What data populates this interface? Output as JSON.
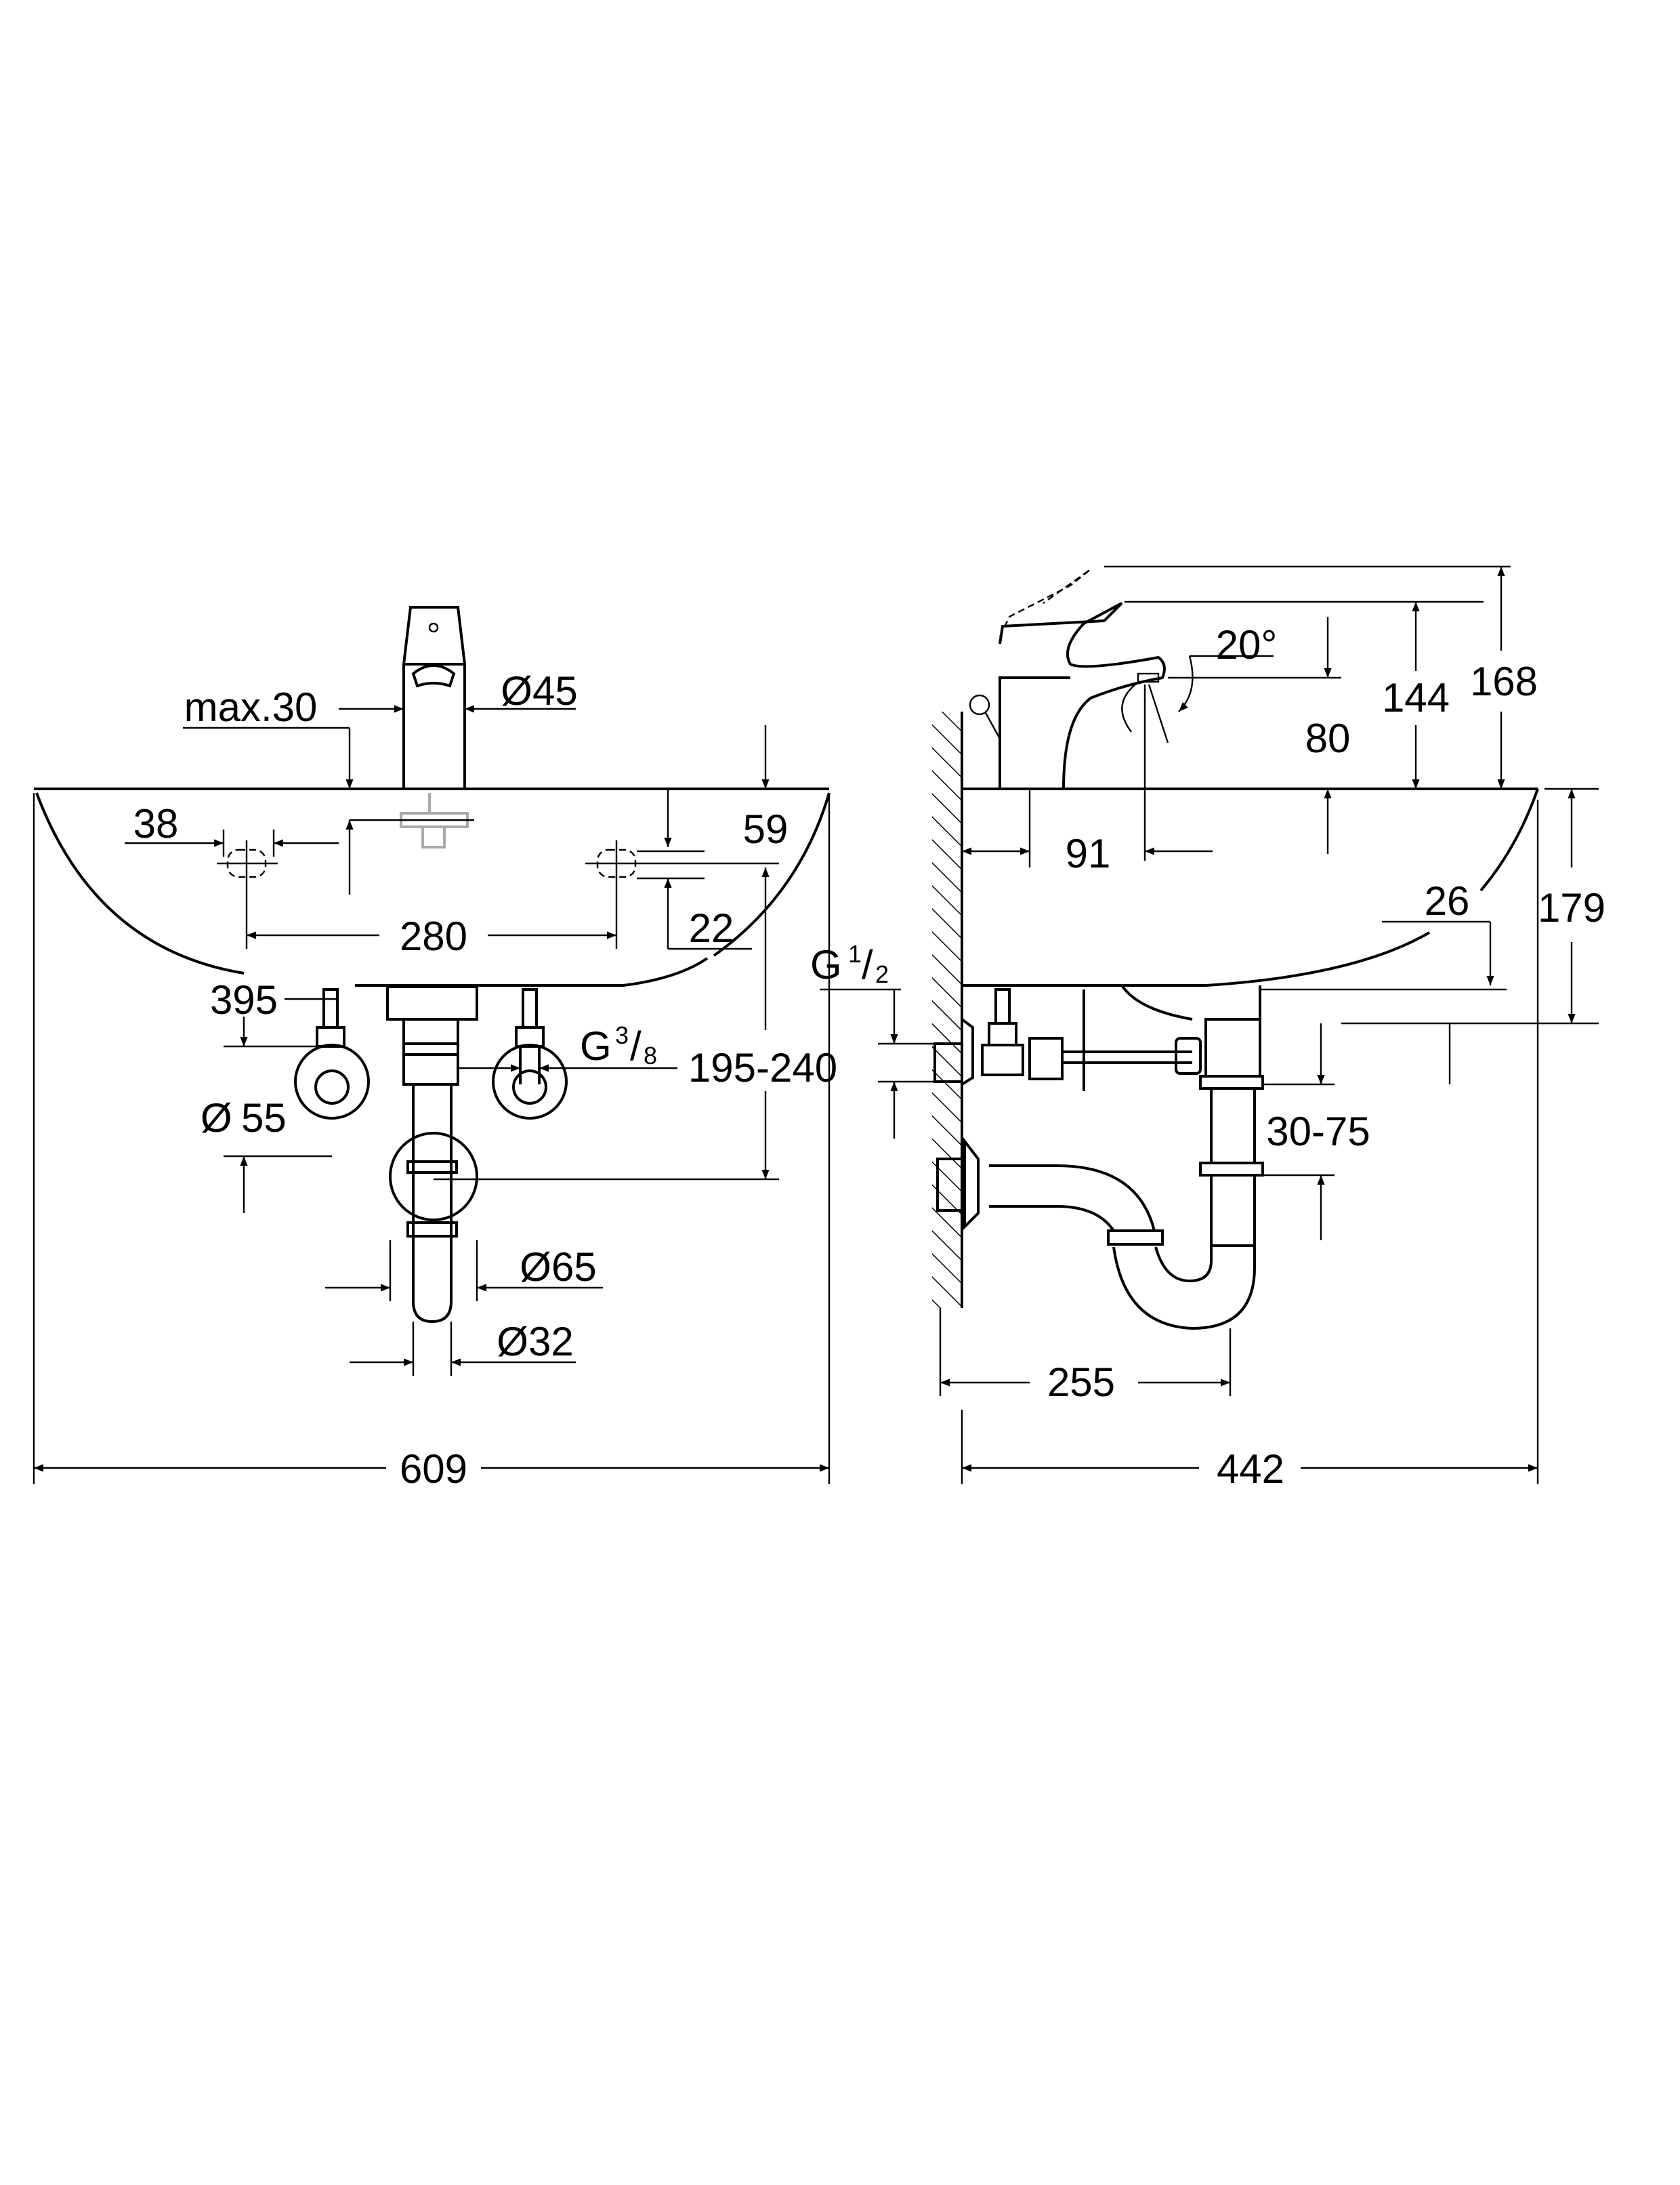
{
  "front_view": {
    "max_depth_label": "max.30",
    "spout_diameter": "Ø45",
    "hole_offset": "38",
    "hole_distance": "280",
    "top_to_hole": "59",
    "hole_size": "22",
    "basin_depth": "395",
    "valve_thread": {
      "main": "G",
      "num": "3",
      "den": "8"
    },
    "supply_height": "195-240",
    "escutcheon_diameter": {
      "symbol": "Ø",
      "value": "55"
    },
    "trap_diameter": "Ø65",
    "drain_diameter": "Ø32",
    "basin_width": "609"
  },
  "side_view": {
    "lever_angle": "20°",
    "spout_height": "80",
    "faucet_height": "144",
    "lever_max_height": "168",
    "spout_projection": "91",
    "basin_height": "179",
    "rim_thickness": "26",
    "wall_thread": {
      "main": "G",
      "num": "1",
      "den": "2"
    },
    "trap_adjustment": "30-75",
    "trap_projection": "255",
    "basin_projection": "442"
  }
}
